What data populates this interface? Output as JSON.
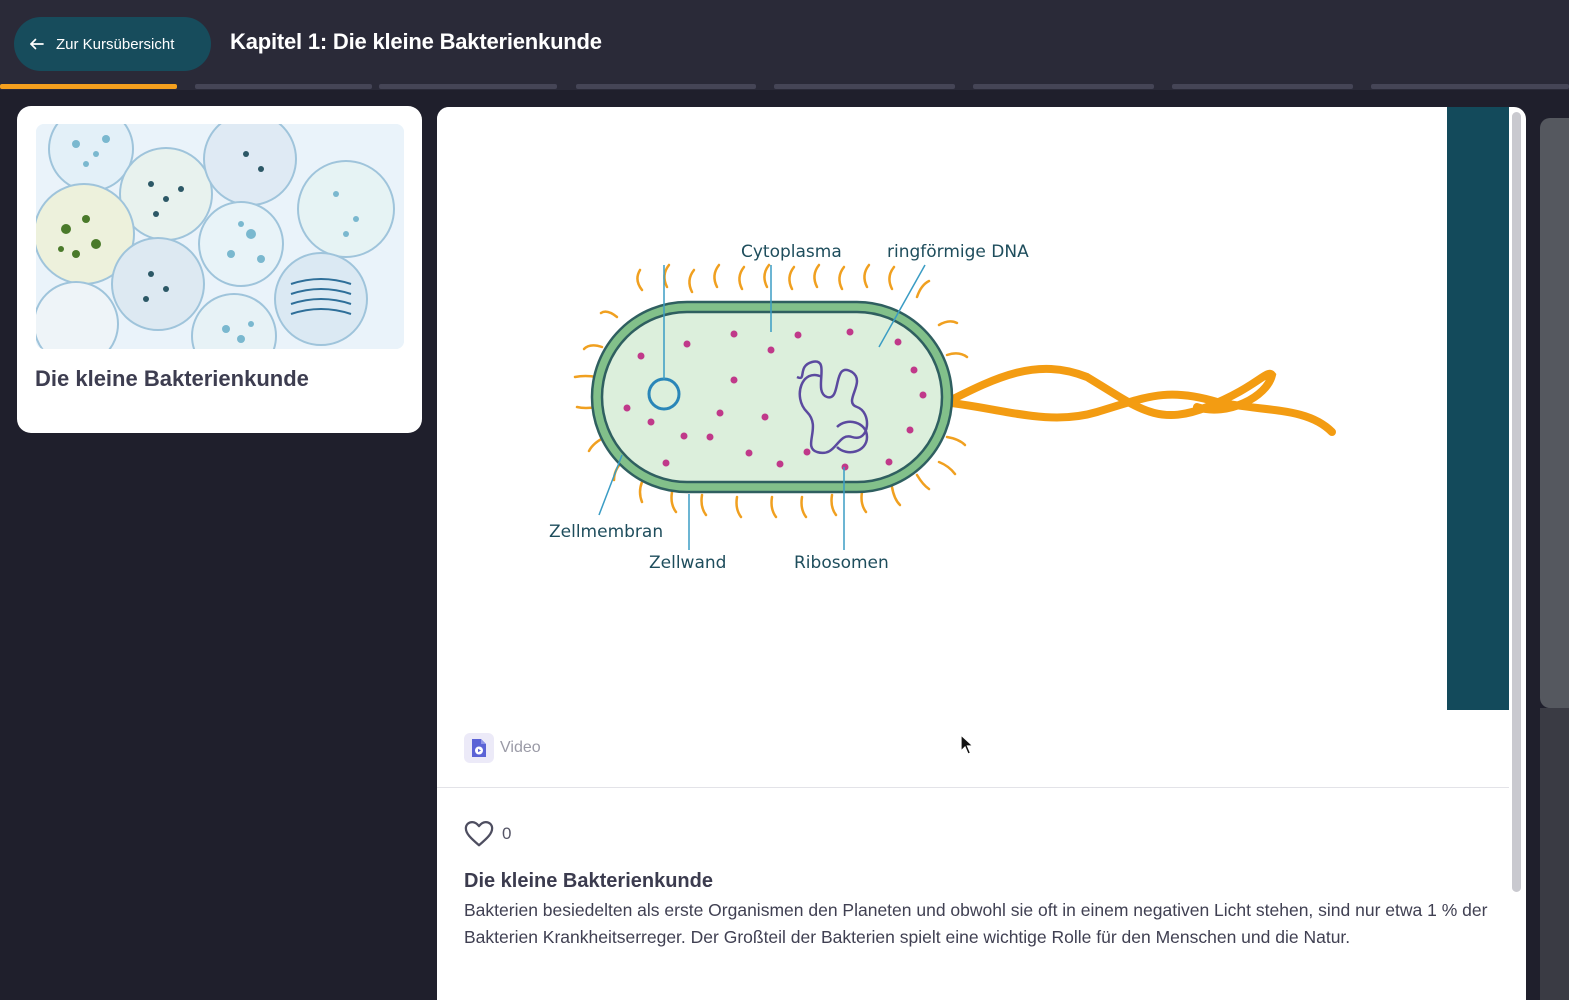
{
  "header": {
    "back_label": "Zur Kursübersicht",
    "chapter_title": "Kapitel 1: Die kleine Bakterienkunde"
  },
  "progress": {
    "segments": 8,
    "active_index": 0
  },
  "sidebar": {
    "card_title": "Die kleine Bakterienkunde"
  },
  "diagram": {
    "labels": {
      "cytoplasma": "Cytoplasma",
      "dna": "ringförmige DNA",
      "zellmembran": "Zellmembran",
      "zellwand": "Zellwand",
      "ribosomen": "Ribosomen"
    }
  },
  "media": {
    "type_label": "Video"
  },
  "post": {
    "like_count": "0",
    "title": "Die kleine Bakterienkunde",
    "description": "Bakterien besiedelten als erste Organismen den Planeten und obwohl sie oft in einem negativen Licht stehen, sind nur etwa 1 % der Bakterien Krankheitserreger. Der Großteil der Bakterien spielt eine wichtige Rolle für den Menschen und die Natur."
  },
  "colors": {
    "accent_orange": "#f5a01e",
    "teal": "#174c5c",
    "background": "#1f1f2c"
  }
}
